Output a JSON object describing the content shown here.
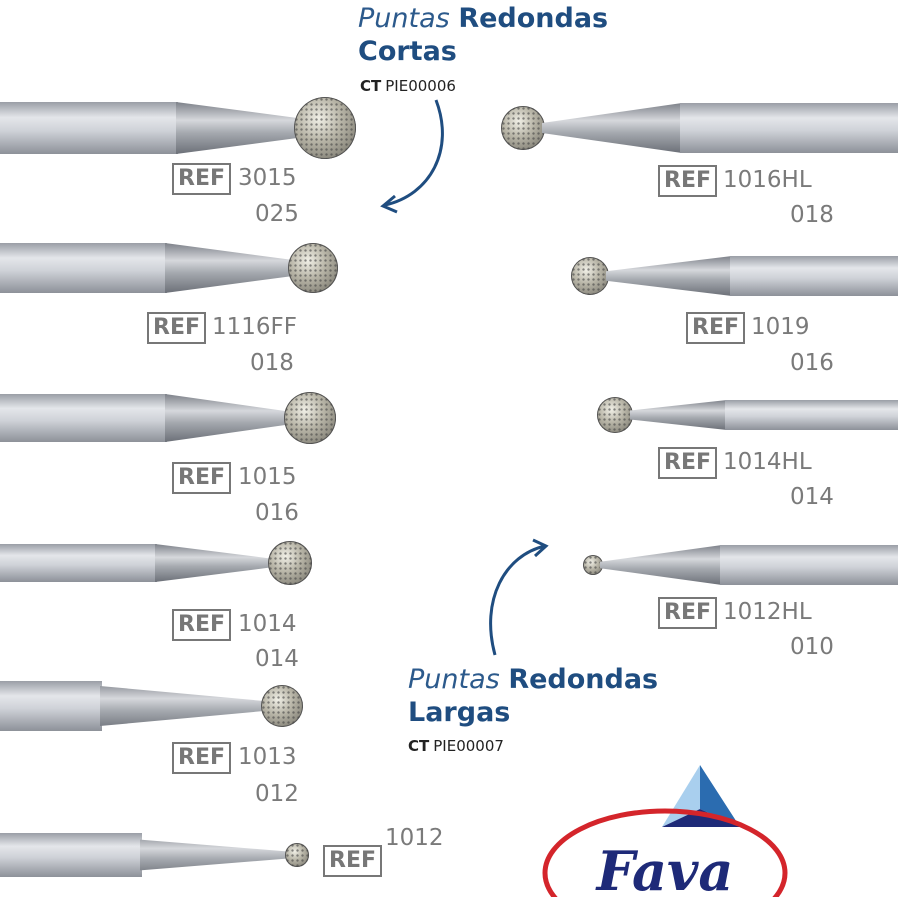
{
  "top_heading": {
    "light": "Puntas",
    "bold": "Redondas",
    "line2": "Cortas",
    "ct_label": "CT",
    "ct_code": "PIE00006"
  },
  "bottom_heading": {
    "light": "Puntas",
    "bold": "Redondas",
    "line2": "Largas",
    "ct_label": "CT",
    "ct_code": "PIE00007"
  },
  "ref_label": "REF",
  "left": [
    {
      "code": "3015",
      "size": "025"
    },
    {
      "code": "1116FF",
      "size": "018"
    },
    {
      "code": "1015",
      "size": "016"
    },
    {
      "code": "1014",
      "size": "014"
    },
    {
      "code": "1013",
      "size": "012"
    },
    {
      "code": "1012"
    }
  ],
  "right": [
    {
      "code": "1016HL",
      "size": "018"
    },
    {
      "code": "1019",
      "size": "016"
    },
    {
      "code": "1014HL",
      "size": "014"
    },
    {
      "code": "1012HL",
      "size": "010"
    }
  ],
  "logo": {
    "text": "Fava"
  },
  "colors": {
    "brand_blue": "#1f4d80",
    "logo_red": "#d4252b",
    "logo_navy": "#1e2a78"
  }
}
